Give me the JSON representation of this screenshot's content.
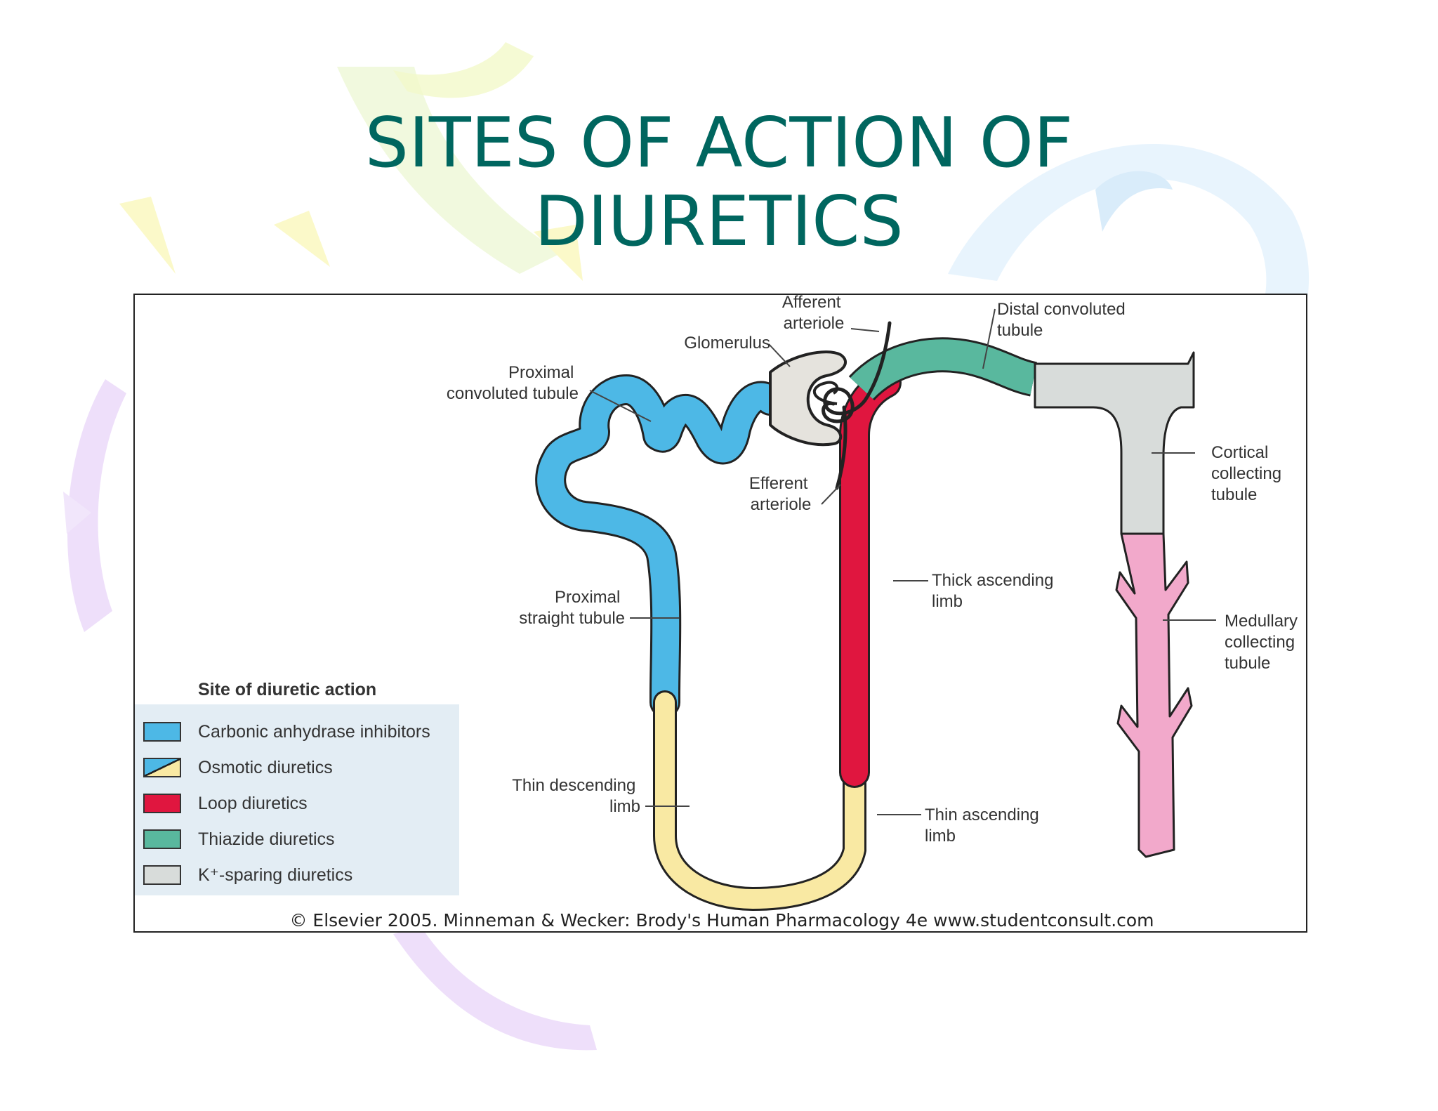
{
  "title": {
    "line1": "SITES OF ACTION OF",
    "line2": "DIURETICS"
  },
  "colors": {
    "title": "#00665f",
    "carbonic": "#4db8e6",
    "osmotic_fill": "#f9e9a3",
    "loop": "#e0163f",
    "thiazide": "#59b89e",
    "k_sparing": "#d8dcda",
    "medullary": "#f2a9cb",
    "glomerulus": "#e5e3dd"
  },
  "labels": {
    "afferent": [
      "Afferent",
      "arteriole"
    ],
    "glomerulus": "Glomerulus",
    "efferent": [
      "Efferent",
      "arteriole"
    ],
    "pct": [
      "Proximal",
      "convoluted tubule"
    ],
    "pst": [
      "Proximal",
      "straight tubule"
    ],
    "thin_desc": [
      "Thin descending",
      "limb"
    ],
    "thin_asc": [
      "Thin ascending",
      "limb"
    ],
    "thick_asc": [
      "Thick ascending",
      "limb"
    ],
    "dct": [
      "Distal convoluted",
      "tubule"
    ],
    "cortical": [
      "Cortical",
      "collecting",
      "tubule"
    ],
    "medullary": [
      "Medullary",
      "collecting",
      "tubule"
    ]
  },
  "legend": {
    "title": "Site of diuretic action",
    "items": [
      {
        "label": "Carbonic anhydrase inhibitors",
        "icon": "carbonic-swatch"
      },
      {
        "label": "Osmotic diuretics",
        "icon": "osmotic-swatch"
      },
      {
        "label": "Loop diuretics",
        "icon": "loop-swatch"
      },
      {
        "label": "Thiazide diuretics",
        "icon": "thiazide-swatch"
      },
      {
        "label": "K⁺-sparing diuretics",
        "icon": "k-sparing-swatch"
      }
    ]
  },
  "credit": "© Elsevier 2005. Minneman & Wecker: Brody's Human Pharmacology 4e www.studentconsult.com"
}
